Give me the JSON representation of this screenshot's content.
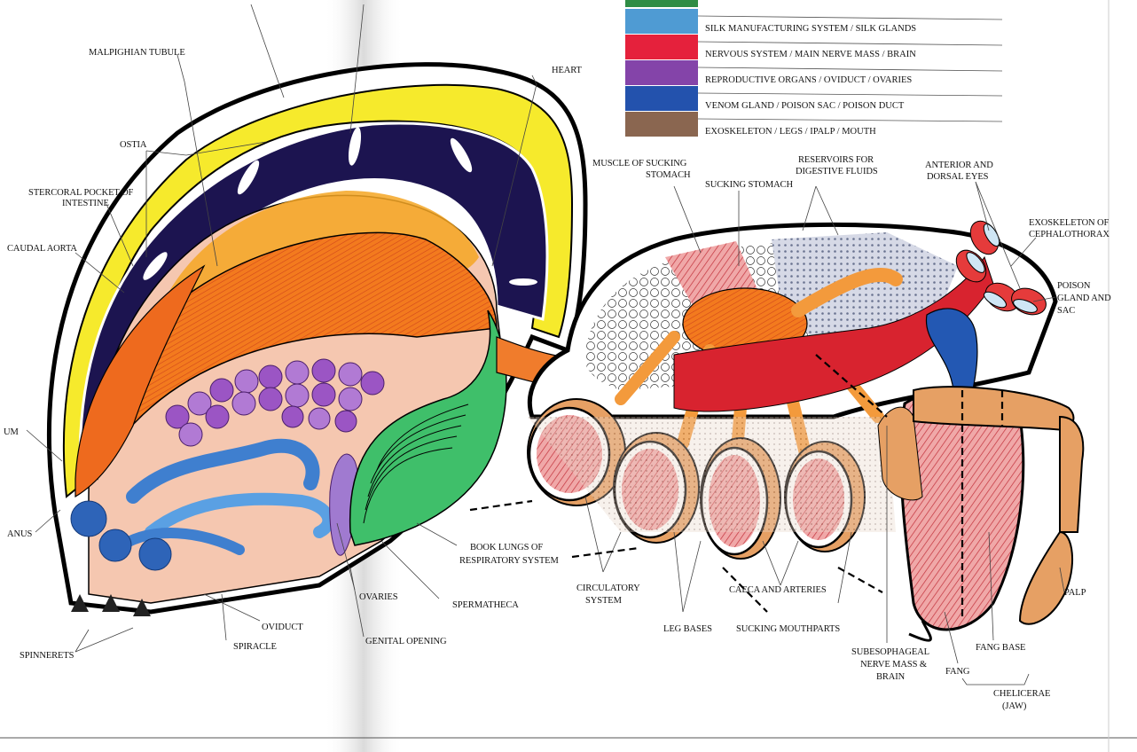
{
  "legend": {
    "items": [
      {
        "text": "",
        "color": "#2f8d45"
      },
      {
        "text": "SILK MANUFACTURING SYSTEM / SILK GLANDS",
        "color": "#4f9bd3"
      },
      {
        "text": "NERVOUS SYSTEM / MAIN NERVE MASS / BRAIN",
        "color": "#e5213c"
      },
      {
        "text": "REPRODUCTIVE ORGANS / OVIDUCT / OVARIES",
        "color": "#8444a9"
      },
      {
        "text": "VENOM GLAND / POISON SAC / POISON DUCT",
        "color": "#2352ad"
      },
      {
        "text": "EXOSKELETON / LEGS / IPALP / MOUTH",
        "color": "#8a6650"
      }
    ]
  },
  "labels": {
    "malpighian": "MALPIGHIAN TUBULE",
    "ostia": "OSTIA",
    "stercoral_1": "STERCORAL POCKET OF",
    "stercoral_2": "INTESTINE",
    "caudal_aorta": "CAUDAL AORTA",
    "um": "UM",
    "anus": "ANUS",
    "spinnerets": "SPINNERETS",
    "spiracle": "SPIRACLE",
    "oviduct": "OVIDUCT",
    "ovaries": "OVARIES",
    "genital_opening": "GENITAL OPENING",
    "spermatheca": "SPERMATHECA",
    "book_lungs_1": "BOOK LUNGS OF",
    "book_lungs_2": "RESPIRATORY SYSTEM",
    "heart": "HEART",
    "muscle_sucking_1": "MUSCLE OF SUCKING",
    "muscle_sucking_2": "STOMACH",
    "sucking_stomach": "SUCKING STOMACH",
    "reservoirs_1": "RESERVOIRS FOR",
    "reservoirs_2": "DIGESTIVE FLUIDS",
    "eyes_1": "ANTERIOR AND",
    "eyes_2": "DORSAL EYES",
    "exo_ceph_1": "EXOSKELETON OF",
    "exo_ceph_2": "CEPHALOTHORAX",
    "poison_1": "POISON",
    "poison_2": "GLAND AND",
    "poison_3": "SAC",
    "circulatory_1": "CIRCULATORY",
    "circulatory_2": "SYSTEM",
    "leg_bases": "LEG BASES",
    "caeca": "CAECA AND ARTERIES",
    "mouthparts": "SUCKING MOUTHPARTS",
    "subeso_1": "SUBESOPHAGEAL",
    "subeso_2": "NERVE MASS &",
    "subeso_3": "BRAIN",
    "fang": "FANG",
    "fang_base": "FANG BASE",
    "palp": "PALP",
    "chelicerae_1": "CHELICERAE",
    "chelicerae_2": "(JAW)"
  }
}
